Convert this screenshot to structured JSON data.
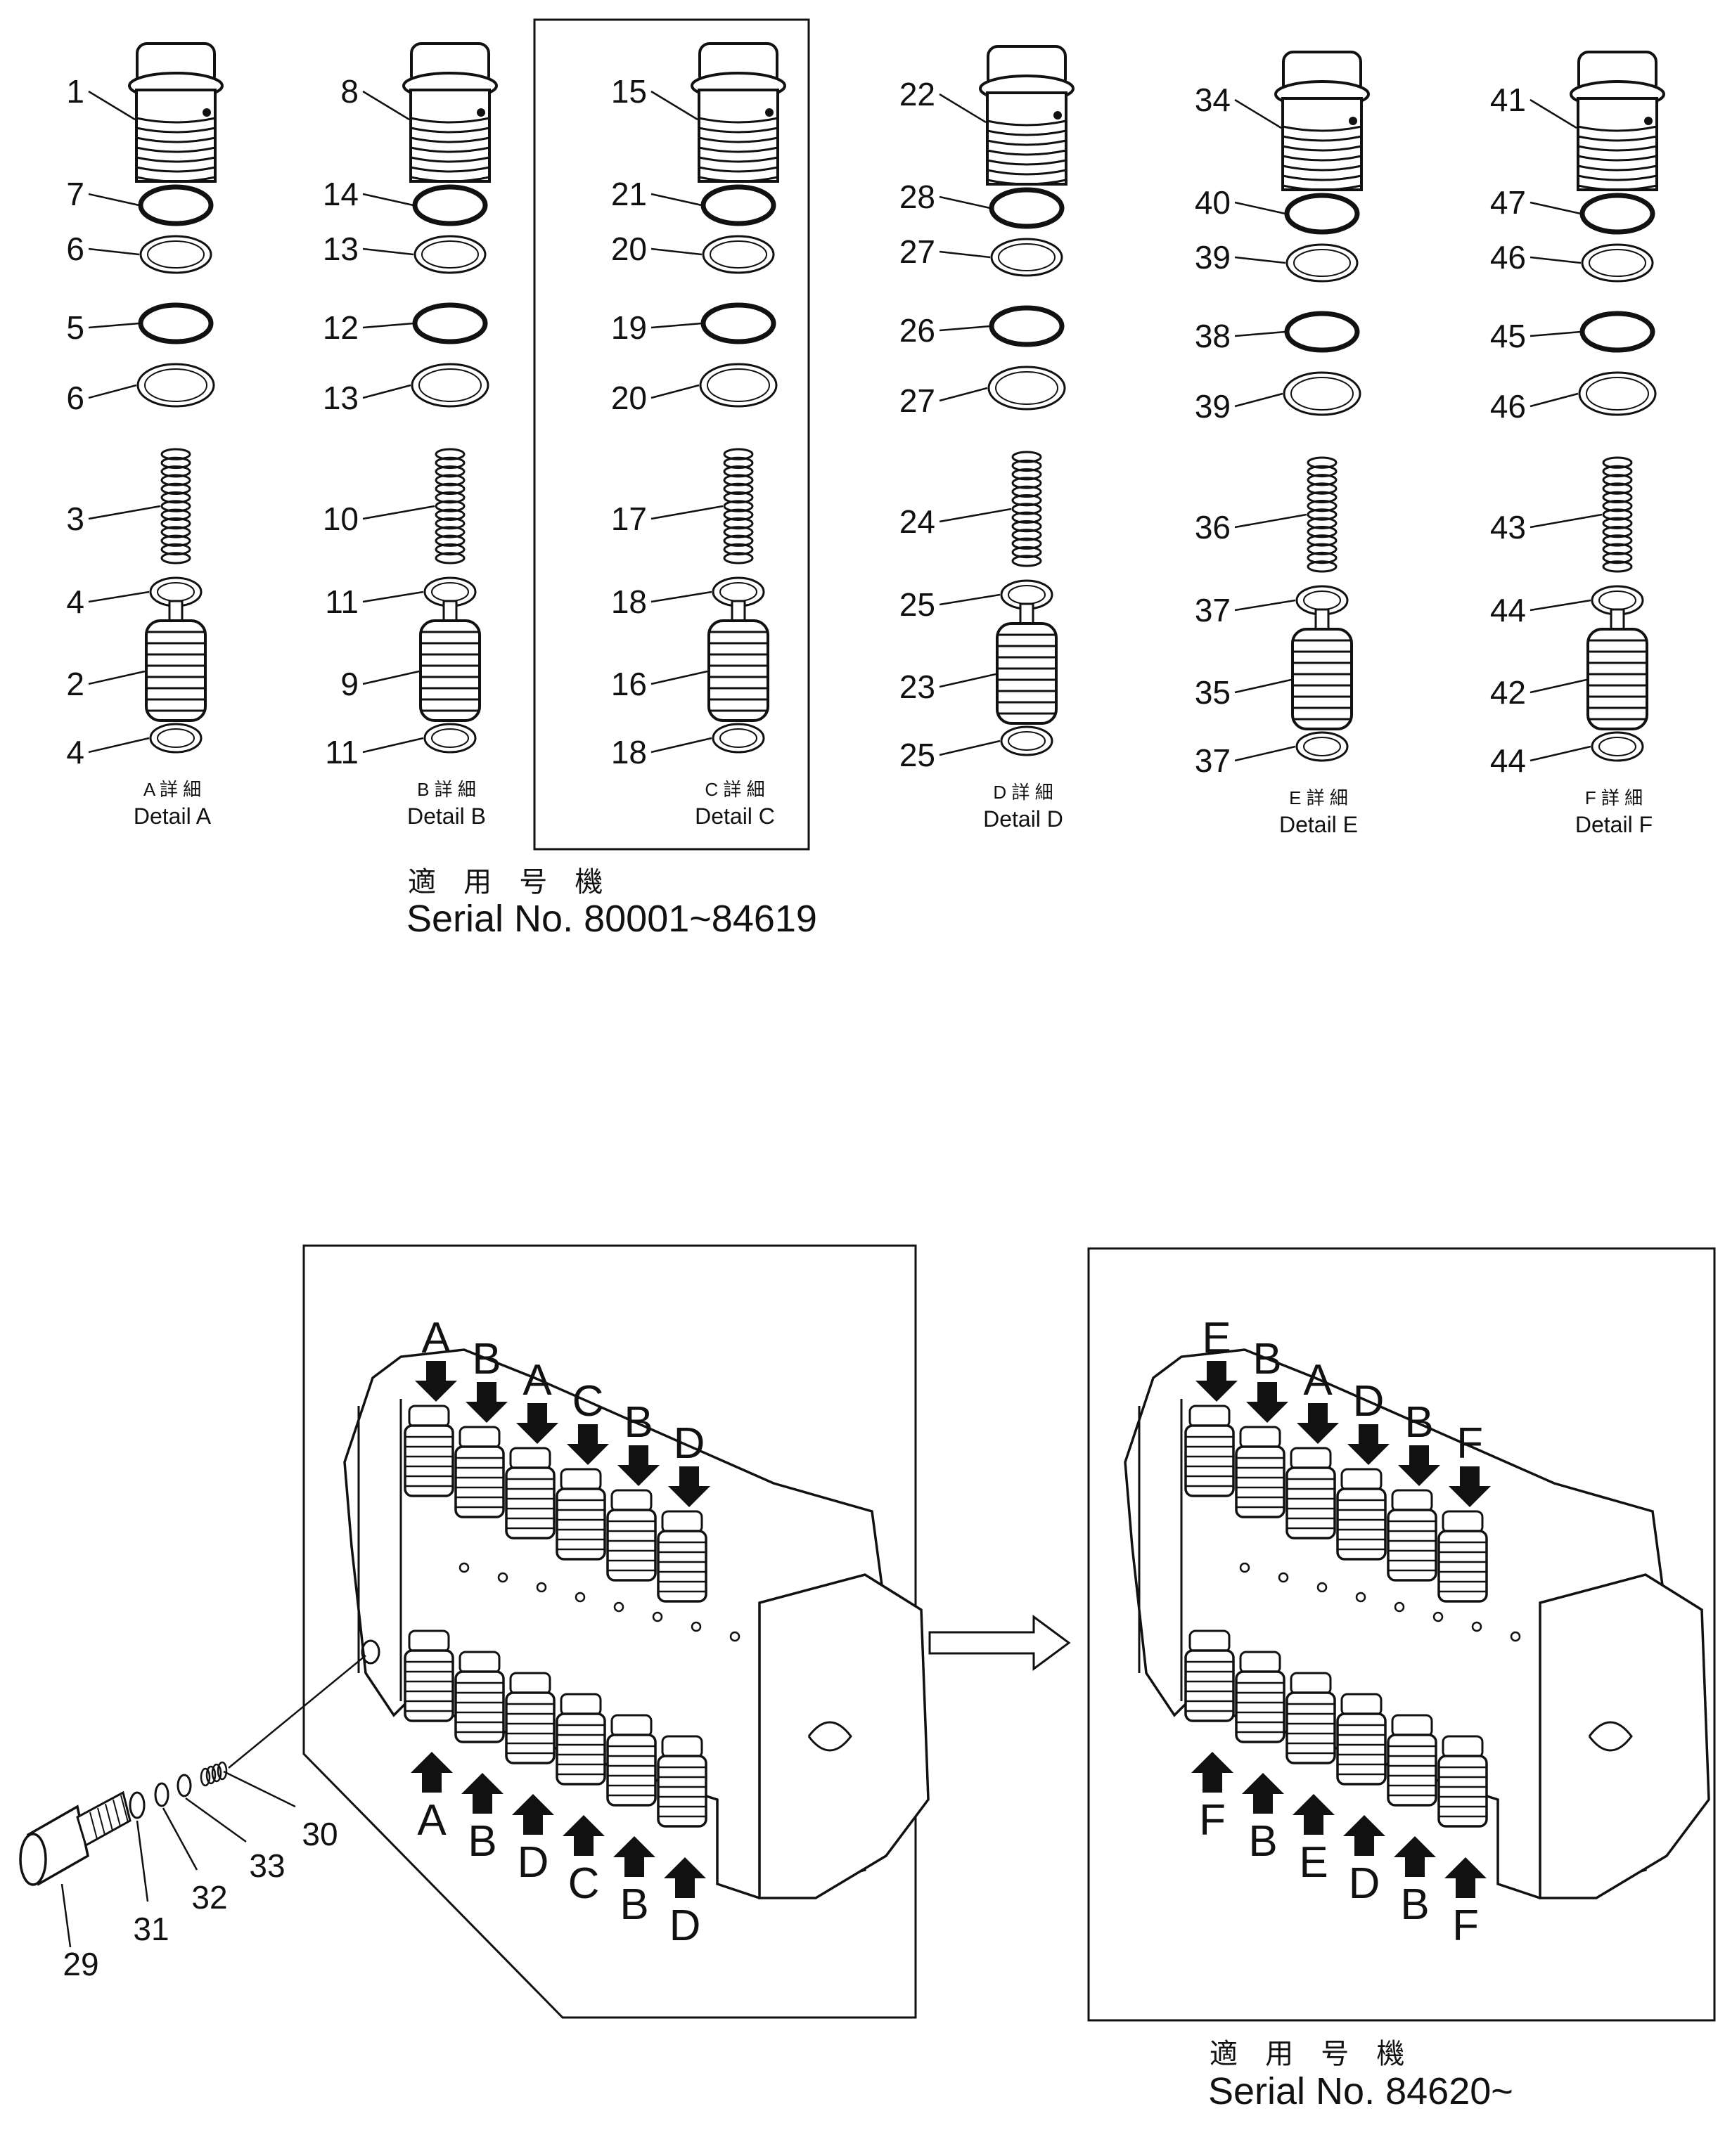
{
  "details": [
    {
      "caption_jp": "A 詳 細",
      "caption_en": "Detail A",
      "cap": "1",
      "oring1": "7",
      "ring1": "6",
      "oring2": "5",
      "ring2": "6",
      "spring": "3",
      "seat1": "4",
      "valve": "2",
      "seat2": "4"
    },
    {
      "caption_jp": "B 詳 細",
      "caption_en": "Detail B",
      "cap": "8",
      "oring1": "14",
      "ring1": "13",
      "oring2": "12",
      "ring2": "13",
      "spring": "10",
      "seat1": "11",
      "valve": "9",
      "seat2": "11"
    },
    {
      "caption_jp": "C 詳 細",
      "caption_en": "Detail C",
      "cap": "15",
      "oring1": "21",
      "ring1": "20",
      "oring2": "19",
      "ring2": "20",
      "spring": "17",
      "seat1": "18",
      "valve": "16",
      "seat2": "18"
    },
    {
      "caption_jp": "D 詳 細",
      "caption_en": "Detail D",
      "cap": "22",
      "oring1": "28",
      "ring1": "27",
      "oring2": "26",
      "ring2": "27",
      "spring": "24",
      "seat1": "25",
      "valve": "23",
      "seat2": "25"
    },
    {
      "caption_jp": "E 詳 細",
      "caption_en": "Detail E",
      "cap": "34",
      "oring1": "40",
      "ring1": "39",
      "oring2": "38",
      "ring2": "39",
      "spring": "36",
      "seat1": "37",
      "valve": "35",
      "seat2": "37"
    },
    {
      "caption_jp": "F 詳 細",
      "caption_en": "Detail F",
      "cap": "41",
      "oring1": "47",
      "ring1": "46",
      "oring2": "45",
      "ring2": "46",
      "spring": "43",
      "seat1": "44",
      "valve": "42",
      "seat2": "44"
    }
  ],
  "serial_top": {
    "label_jp": "適 用 号 機",
    "text": "Serial No. 80001~84619"
  },
  "serial_bottom": {
    "label_jp": "適 用 号 機",
    "text": "Serial No. 84620~"
  },
  "left_block": {
    "top_arrows": [
      "A",
      "B",
      "A",
      "C",
      "B",
      "D"
    ],
    "bottom_arrows": [
      "A",
      "B",
      "D",
      "C",
      "B",
      "D"
    ]
  },
  "right_block": {
    "top_arrows": [
      "E",
      "B",
      "A",
      "D",
      "B",
      "F"
    ],
    "bottom_arrows": [
      "F",
      "B",
      "E",
      "D",
      "B",
      "F"
    ]
  },
  "plug_parts": [
    "29",
    "31",
    "32",
    "33",
    "30"
  ]
}
